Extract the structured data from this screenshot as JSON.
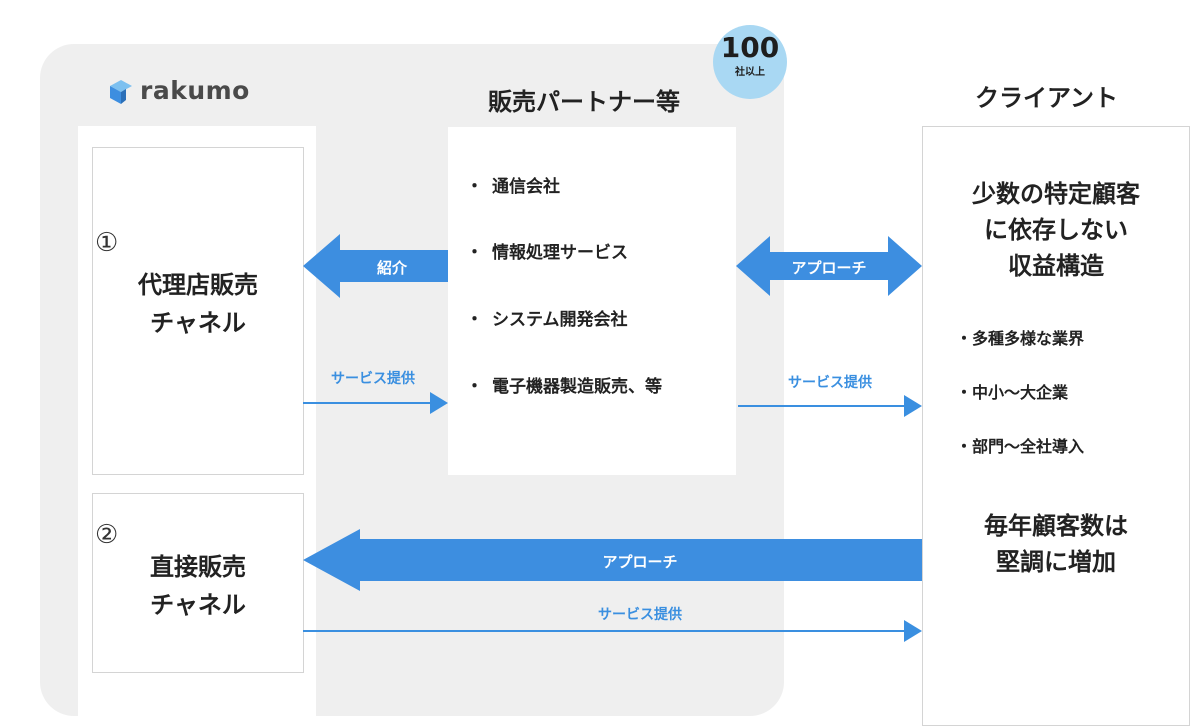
{
  "logo": {
    "text": "rakumo"
  },
  "badge": {
    "count": "100",
    "unit": "社以上"
  },
  "headings": {
    "partners": "販売パートナー等",
    "client": "クライアント"
  },
  "channels": [
    {
      "number": "①",
      "name_line1": "代理店販売",
      "name_line2": "チャネル"
    },
    {
      "number": "②",
      "name_line1": "直接販売",
      "name_line2": "チャネル"
    }
  ],
  "partner_list": [
    "通信会社",
    "情報処理サービス",
    "システム開発会社",
    "電子機器製造販売、等"
  ],
  "bullet": "・",
  "arrows": {
    "introduction": "紹介",
    "approach_partner_client": "アプローチ",
    "service_channel1": "サービス提供",
    "service_partner_client": "サービス提供",
    "approach_direct": "アプローチ",
    "service_direct": "サービス提供"
  },
  "client": {
    "main_line1": "少数の特定顧客",
    "main_line2": "に依存しない",
    "main_line3": "収益構造",
    "points": [
      "・多種多様な業界",
      "・中小〜大企業",
      "・部門〜全社導入"
    ],
    "growth_line1": "毎年顧客数は",
    "growth_line2": "堅調に増加"
  },
  "colors": {
    "arrow_fill": "#3d8ee0",
    "line_blue": "#3a8fe0",
    "panel_gray": "#efefef",
    "badge": "#a9d8f3",
    "logo_icon": "#4aa3e8"
  }
}
